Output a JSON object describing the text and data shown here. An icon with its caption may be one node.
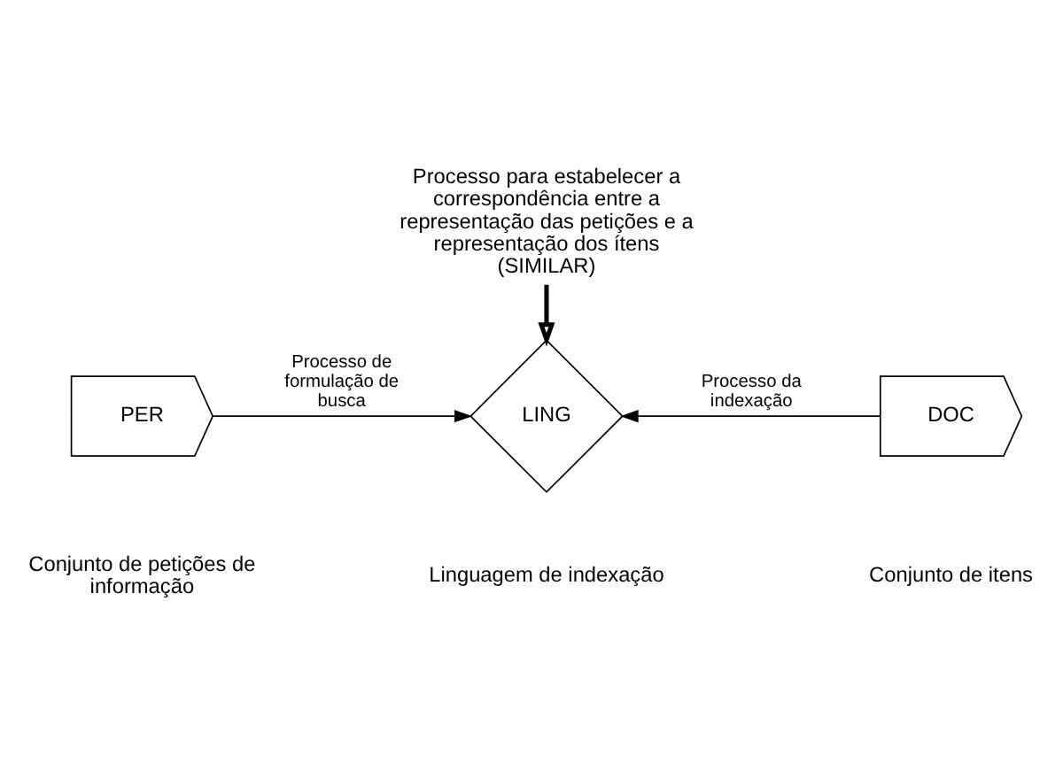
{
  "diagram": {
    "nodes": [
      {
        "text": [
          "PER"
        ]
      },
      {
        "text": [
          "LING"
        ]
      },
      {
        "text": [
          "DOC"
        ]
      },
      {
        "text": [
          "Processo para estabelecer a correspondência entre a representação das petições e a representação dos ítens (SIMILAR)"
        ]
      }
    ],
    "edges": [
      {
        "from": 0,
        "to": 1,
        "arrow": "to",
        "label": "Processo de formulação de busca"
      },
      {
        "from": 2,
        "to": 1,
        "arrow": "to",
        "label": "Processo da indexação"
      },
      {
        "from": 3,
        "to": 1,
        "arrow": "to",
        "style": "thick"
      }
    ],
    "labels": [
      "Conjunto de petições de informação",
      "Linguagem de indexação",
      "Conjunto de itens"
    ]
  }
}
